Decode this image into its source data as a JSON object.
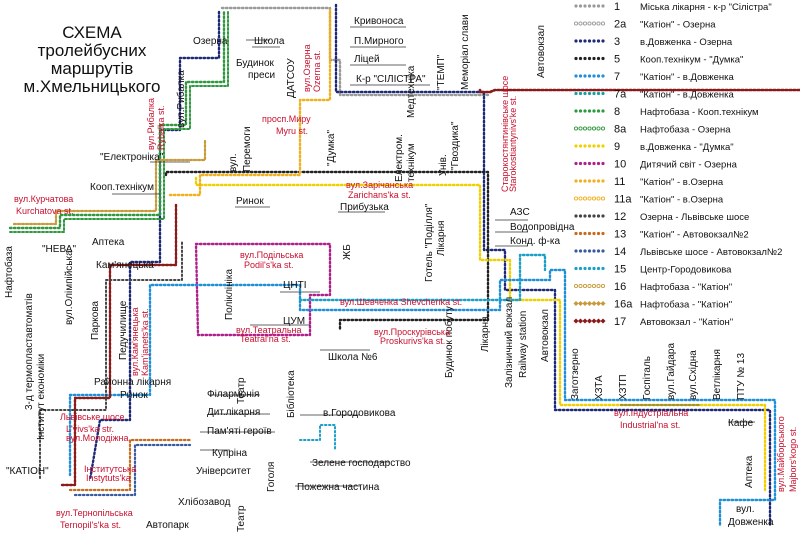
{
  "title": {
    "lines": [
      "СХЕМА",
      "тролейбусних",
      "маршрутів",
      "м.Хмельницького"
    ]
  },
  "legend": [
    {
      "num": "1",
      "text": "Міська лікарня - к-р \"Сілістра\"",
      "color": "#9a9a9a",
      "style": "dots"
    },
    {
      "num": "2а",
      "text": "\"Катіон\" - Озерна",
      "color": "#9a9a9a",
      "style": "rings"
    },
    {
      "num": "3",
      "text": "в.Довженка - Озерна",
      "color": "#1e2a78",
      "style": "dots"
    },
    {
      "num": "5",
      "text": "Коoп.технікум - \"Думка\"",
      "color": "#222222",
      "style": "dots"
    },
    {
      "num": "7",
      "text": "\"Катіон\" - в.Довженка",
      "color": "#1e8fd8",
      "style": "dots"
    },
    {
      "num": "7а",
      "text": "\"Катіон\" - в.Довженка",
      "color": "#1aa0a0",
      "style": "dots"
    },
    {
      "num": "8",
      "text": "Нафтобаза - Коoп.технікум",
      "color": "#2e9a3e",
      "style": "dots"
    },
    {
      "num": "8а",
      "text": "Нафтобаза - Озерна",
      "color": "#2e9a3e",
      "style": "rings"
    },
    {
      "num": "9",
      "text": "в.Довженка - \"Думка\"",
      "color": "#f0d000",
      "style": "dots"
    },
    {
      "num": "10",
      "text": "Дитячий світ - Озерна",
      "color": "#b0208a",
      "style": "dots"
    },
    {
      "num": "11",
      "text": "\"Катіон\" - в.Озерна",
      "color": "#f0b020",
      "style": "dots"
    },
    {
      "num": "11а",
      "text": "\"Катіон\" - в.Озерна",
      "color": "#f0b020",
      "style": "rings"
    },
    {
      "num": "12",
      "text": "Озерна - Львівське шосе",
      "color": "#444444",
      "style": "dots"
    },
    {
      "num": "13",
      "text": "\"Катіон\" - Автовокзал№2",
      "color": "#c86a1e",
      "style": "dots"
    },
    {
      "num": "14",
      "text": "Львівське шосе - Автовокзал№2",
      "color": "#3a5aa0",
      "style": "dots"
    },
    {
      "num": "15",
      "text": "Центр-Городовикова",
      "color": "#1aa0c8",
      "style": "dots"
    },
    {
      "num": "16",
      "text": "Нафтобаза - \"Катіон\"",
      "color": "#c89a3a",
      "style": "rings"
    },
    {
      "num": "16а",
      "text": "Нафтобаза - \"Катіон\"",
      "color": "#c89a3a",
      "style": "diamonds"
    },
    {
      "num": "17",
      "text": "Автовокзал - \"Катіон\"",
      "color": "#8a1a1a",
      "style": "diamonds"
    }
  ],
  "stops": {
    "ozerna": "Озерна",
    "shkola": "Школа",
    "kryvonosa": "Кривоноса",
    "p_myrnoho": "П.Мирного",
    "litsei": "Ліцей",
    "silistra": "К-р \"СІЛІСТРА\"",
    "temp": "\"ТЕМП\"",
    "memorial": "Меморіал слави",
    "avtovokzal_top": "Автовокзал",
    "budynok_presy_1": "Будинок",
    "budynok_presy_2": "преси",
    "datsou": "ДАТСОУ",
    "medtekhnika": "Медтехніка",
    "elektronika": "\"Електроніка\"",
    "dumka": "\"Думка\"",
    "elektrom_tekhnikum_1": "Електром.",
    "elektrom_tekhnikum_2": "технікум",
    "univ": "Унів.",
    "gvozdika": "\"Гвоздика\"",
    "koop_tekhnikum": "Коoп.технікум",
    "rynok": "Ринок",
    "prybuzka": "Прибузька",
    "nafto_baza": "Нафтобаза",
    "neva": "\"НЕВА\"",
    "apteka_left": "Аптека",
    "kamianetska": "Кам'янецька",
    "parkova": "Паркова",
    "poliklinika": "Поліклініка",
    "tsnti": "ЦНТІ",
    "tsum": "ЦУМ",
    "hotel_podillia": "Готель \"Поділля\"",
    "likarnia": "Лікарня",
    "azs": "АЗС",
    "vodoprovidna": "Водопровідна",
    "konditerska": "Конд. ф-ка",
    "shkola6": "Школа №6",
    "k8": "ЖБ",
    "pedukylyshche": "Педучилище",
    "raionna_likarnia": "Районна лікарня",
    "rynok2": "Ринок",
    "filarmoniia": "Філармонія",
    "teatr": "Театр",
    "bibl": "Бібліотека",
    "dyt_likarnia": "Дит.лікарня",
    "pamiati_heroiv": "Пам'яті героїв",
    "kuprina": "Купріна",
    "universytet": "Університет",
    "hoholia": "Гоголя",
    "horodovykova": "в.Городовикова",
    "zelene_hosp": "Зелене господарство",
    "pozhezhna": "Пожежна частина",
    "khlibozavod": "Хлібозавод",
    "avtopark": "Автопарк",
    "teatr2": "Театр",
    "katiion": "\"КАТІОН\"",
    "termoplastavtomativ": "3-д термопластавтоматів",
    "instytut_ekonomiky": "Інститут економіки",
    "zaliznychnyi_1": "Залізничний вокзал",
    "zaliznychnyi_2": "Railway station",
    "avtovokzal_mid": "Автовокзал",
    "budynok_pobutu": "Будинок побуту",
    "likarnia2": "Лікарня",
    "zahotzerno": "Заготзерно",
    "khta": "ХЗТА",
    "khztp": "ХЗТП",
    "hospital": "Госпіталь",
    "haidara": "вул.Гайдара",
    "skhidna": "вул.Східна",
    "vetlikarnia": "Ветлікарня",
    "ptu13": "ПТУ № 13",
    "kafe": "Кафе",
    "apteka_right": "Аптека",
    "dovzhenka_1": "вул.",
    "dovzhenka_2": "Довженка",
    "olimpiiska": "вул.Олімпійська",
    "rybalka_left": "вул.Рибалка",
    "peremohy_1": "вул.",
    "peremohy_2": "Перемоги"
  },
  "streets": {
    "kurchatova_1": "вул.Курчатова",
    "kurchatova_2": "Kurchatova st.",
    "rybalka_1": "вул.Рибалка",
    "rybalka_2": "Rybalka st.",
    "ozerna_1": "вул.Озерна",
    "ozerna_2": "Ozerna st.",
    "myru_1": "просп.Миру",
    "myru_2": "Myru st.",
    "zarichanska_1": "вул.Зарічанська",
    "zarichanska_2": "Zarichans'ka st.",
    "starokostiantynivske_1": "Старокостянтинівське шосе",
    "starokostiantynivske_2": "Starokostiantynivs'ke st.",
    "podilska_1": "вул.Подільська",
    "podilska_2": "Podil's'ka st.",
    "kamianetska_1": "вул.Кам'янецька",
    "kamianetska_2": "Kam'janets'ka st.",
    "teatralna_1": "вул.Театральна",
    "teatralna_2": "Teatral'na st.",
    "shevchenka": "вул.Шевченка Shevchenka st.",
    "proskurivska_1": "вул.Проскурівська",
    "proskurivska_2": "Proskurivs'ka st.",
    "lvivske_1": "Львівське шосе",
    "lvivske_2": "L'vivs'ka str.",
    "molodizhna": "вул.Молодіжна",
    "instytutska_1": "Інститутська",
    "instytutska_2": "Instytuts'ka",
    "ternopilska_1": "вул.Тернопільська",
    "ternopilska_2": "Ternopil's'ka st.",
    "industrialna_1": "вул.Індустріальна",
    "industrialna_2": "Industrial'na st.",
    "maiborskoho_1": "вул.Майборського",
    "maiborskoho_2": "Majbors'kogo st."
  }
}
